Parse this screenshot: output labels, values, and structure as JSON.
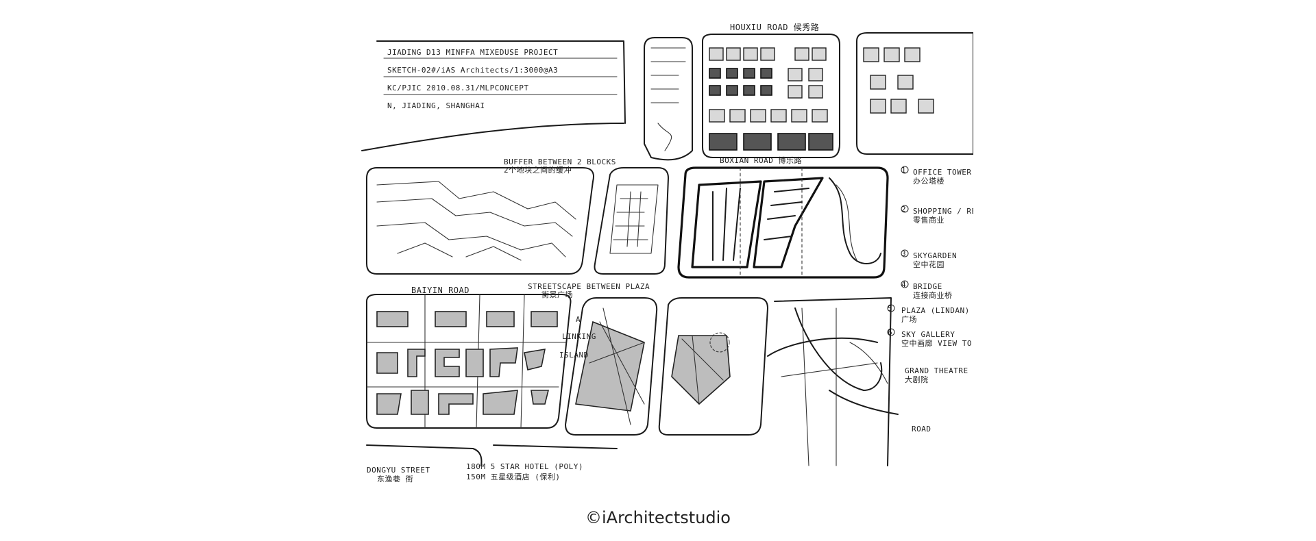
{
  "sketch": {
    "header_lines": [
      "JIADING D13 MINFFA MIXEDUSE PROJECT",
      "SKETCH-02#/iAS Architects/1:3000@A3",
      "KC/PJIC 2010.08.31/MLPCONCEPT",
      "N, JIADING, SHANGHAI"
    ],
    "road_labels": {
      "top_road": "HOUXIU ROAD 候秀路",
      "middle_road": "BOXIAN ROAD 博乐路",
      "left_road": "BAIYIN ROAD",
      "bottom_street": "DONGYU STREET",
      "bottom_street_cn": "东渔巷 街"
    },
    "annotations": {
      "buffer": "BUFFER BETWEEN 2 BLOCKS",
      "buffer_cn": "2个地块之间的缓冲",
      "streetscape": "STREETSCAPE BETWEEN PLAZA",
      "streetscape_cn": "街景广场",
      "hotel": "180M 5 STAR HOTEL (POLY)",
      "hotel_cn": "150M 五星级酒店 (保利)",
      "side_notes": [
        "A",
        "LINKING",
        "ISLAND"
      ]
    },
    "legend": [
      {
        "num": "1",
        "label": "OFFICE TOWER",
        "label_cn": "办公塔楼"
      },
      {
        "num": "2",
        "label": "SHOPPING / RETAIL",
        "label_cn": "零售商业"
      },
      {
        "num": "3",
        "label": "SKYGARDEN",
        "label_cn": "空中花园"
      },
      {
        "num": "4",
        "label": "BRIDGE",
        "label_cn": "连接商业桥"
      },
      {
        "num": "5",
        "label": "PLAZA (LINDAN)",
        "label_cn": "广场"
      },
      {
        "num": "6",
        "label": "SKY GALLERY",
        "label_cn": "空中画廊 VIEW TO"
      },
      {
        "num": "",
        "label": "GRAND THEATRE",
        "label_cn": "大剧院"
      },
      {
        "num": "",
        "label": "ROAD",
        "label_cn": ""
      }
    ]
  },
  "credit": "©iArchitectstudio"
}
